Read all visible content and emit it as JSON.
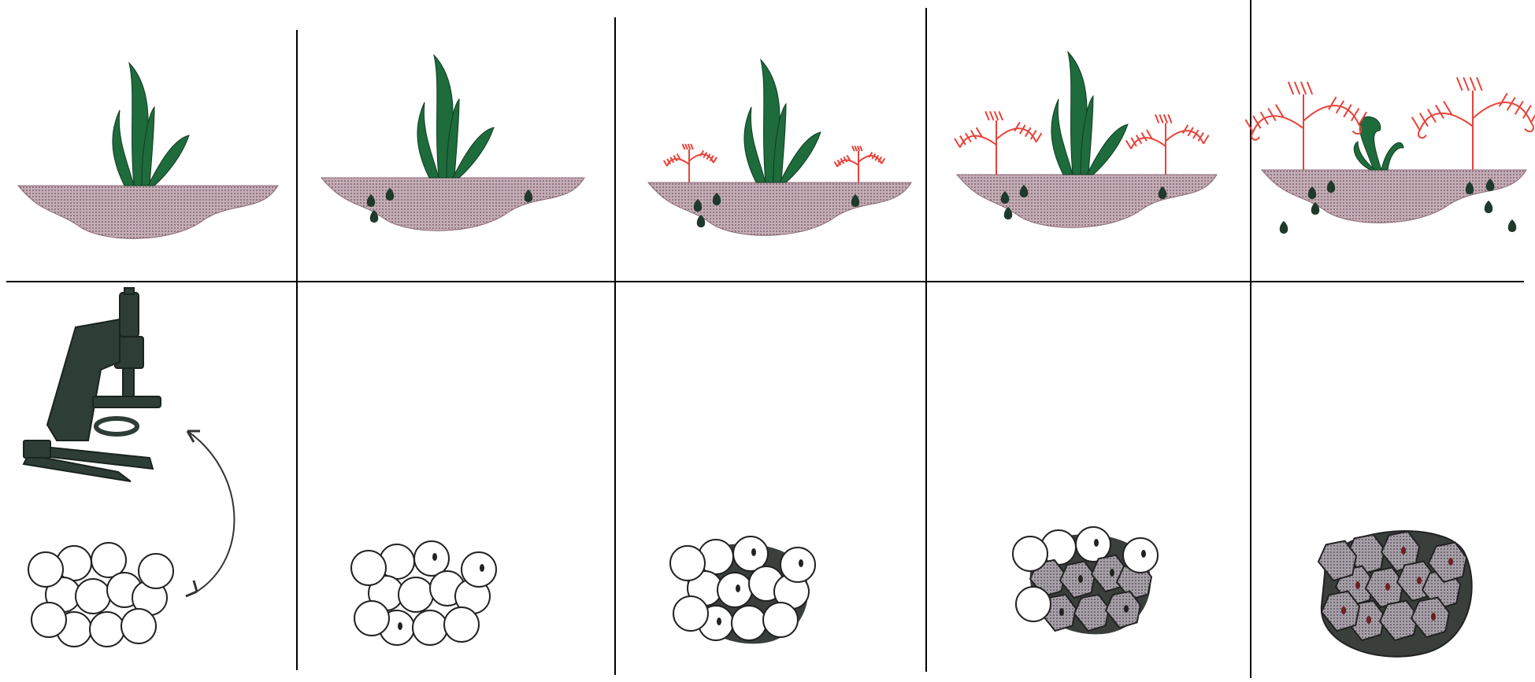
{
  "diagram": {
    "columns": [
      {
        "stage": 1,
        "top": {
          "grass": "healthy",
          "weeds": "none",
          "seeds": 0
        },
        "bottom": {
          "tool": "microscope",
          "cells": "clean",
          "dots": 0,
          "pollution": 0
        }
      },
      {
        "stage": 2,
        "top": {
          "grass": "healthy",
          "weeds": "none",
          "seeds": 4
        },
        "bottom": {
          "cells": "clean",
          "dots": 3,
          "pollution": 0
        }
      },
      {
        "stage": 3,
        "top": {
          "grass": "healthy",
          "weeds": "small",
          "seeds": 4
        },
        "bottom": {
          "cells": "dark-gaps",
          "dots": 4,
          "pollution": 0.15
        }
      },
      {
        "stage": 4,
        "top": {
          "grass": "healthy",
          "weeds": "medium",
          "seeds": 4
        },
        "bottom": {
          "cells": "partly-infected",
          "dots": 6,
          "pollution": 0.5
        }
      },
      {
        "stage": 5,
        "top": {
          "grass": "wilted",
          "weeds": "large",
          "seeds": 8
        },
        "bottom": {
          "cells": "fully-infected",
          "dots": 8,
          "pollution": 1
        }
      }
    ],
    "colors": {
      "grass": "#1e6b3c",
      "weed": "#e8433a",
      "soil": "#b79aa5",
      "soil_dark": "#8a6b78",
      "seed": "#1f3a2c",
      "cell_infected": "#9a8d98",
      "cluster_dark": "#3a3f3c",
      "microscope": "#2e3d36",
      "lines": "#000000"
    }
  }
}
